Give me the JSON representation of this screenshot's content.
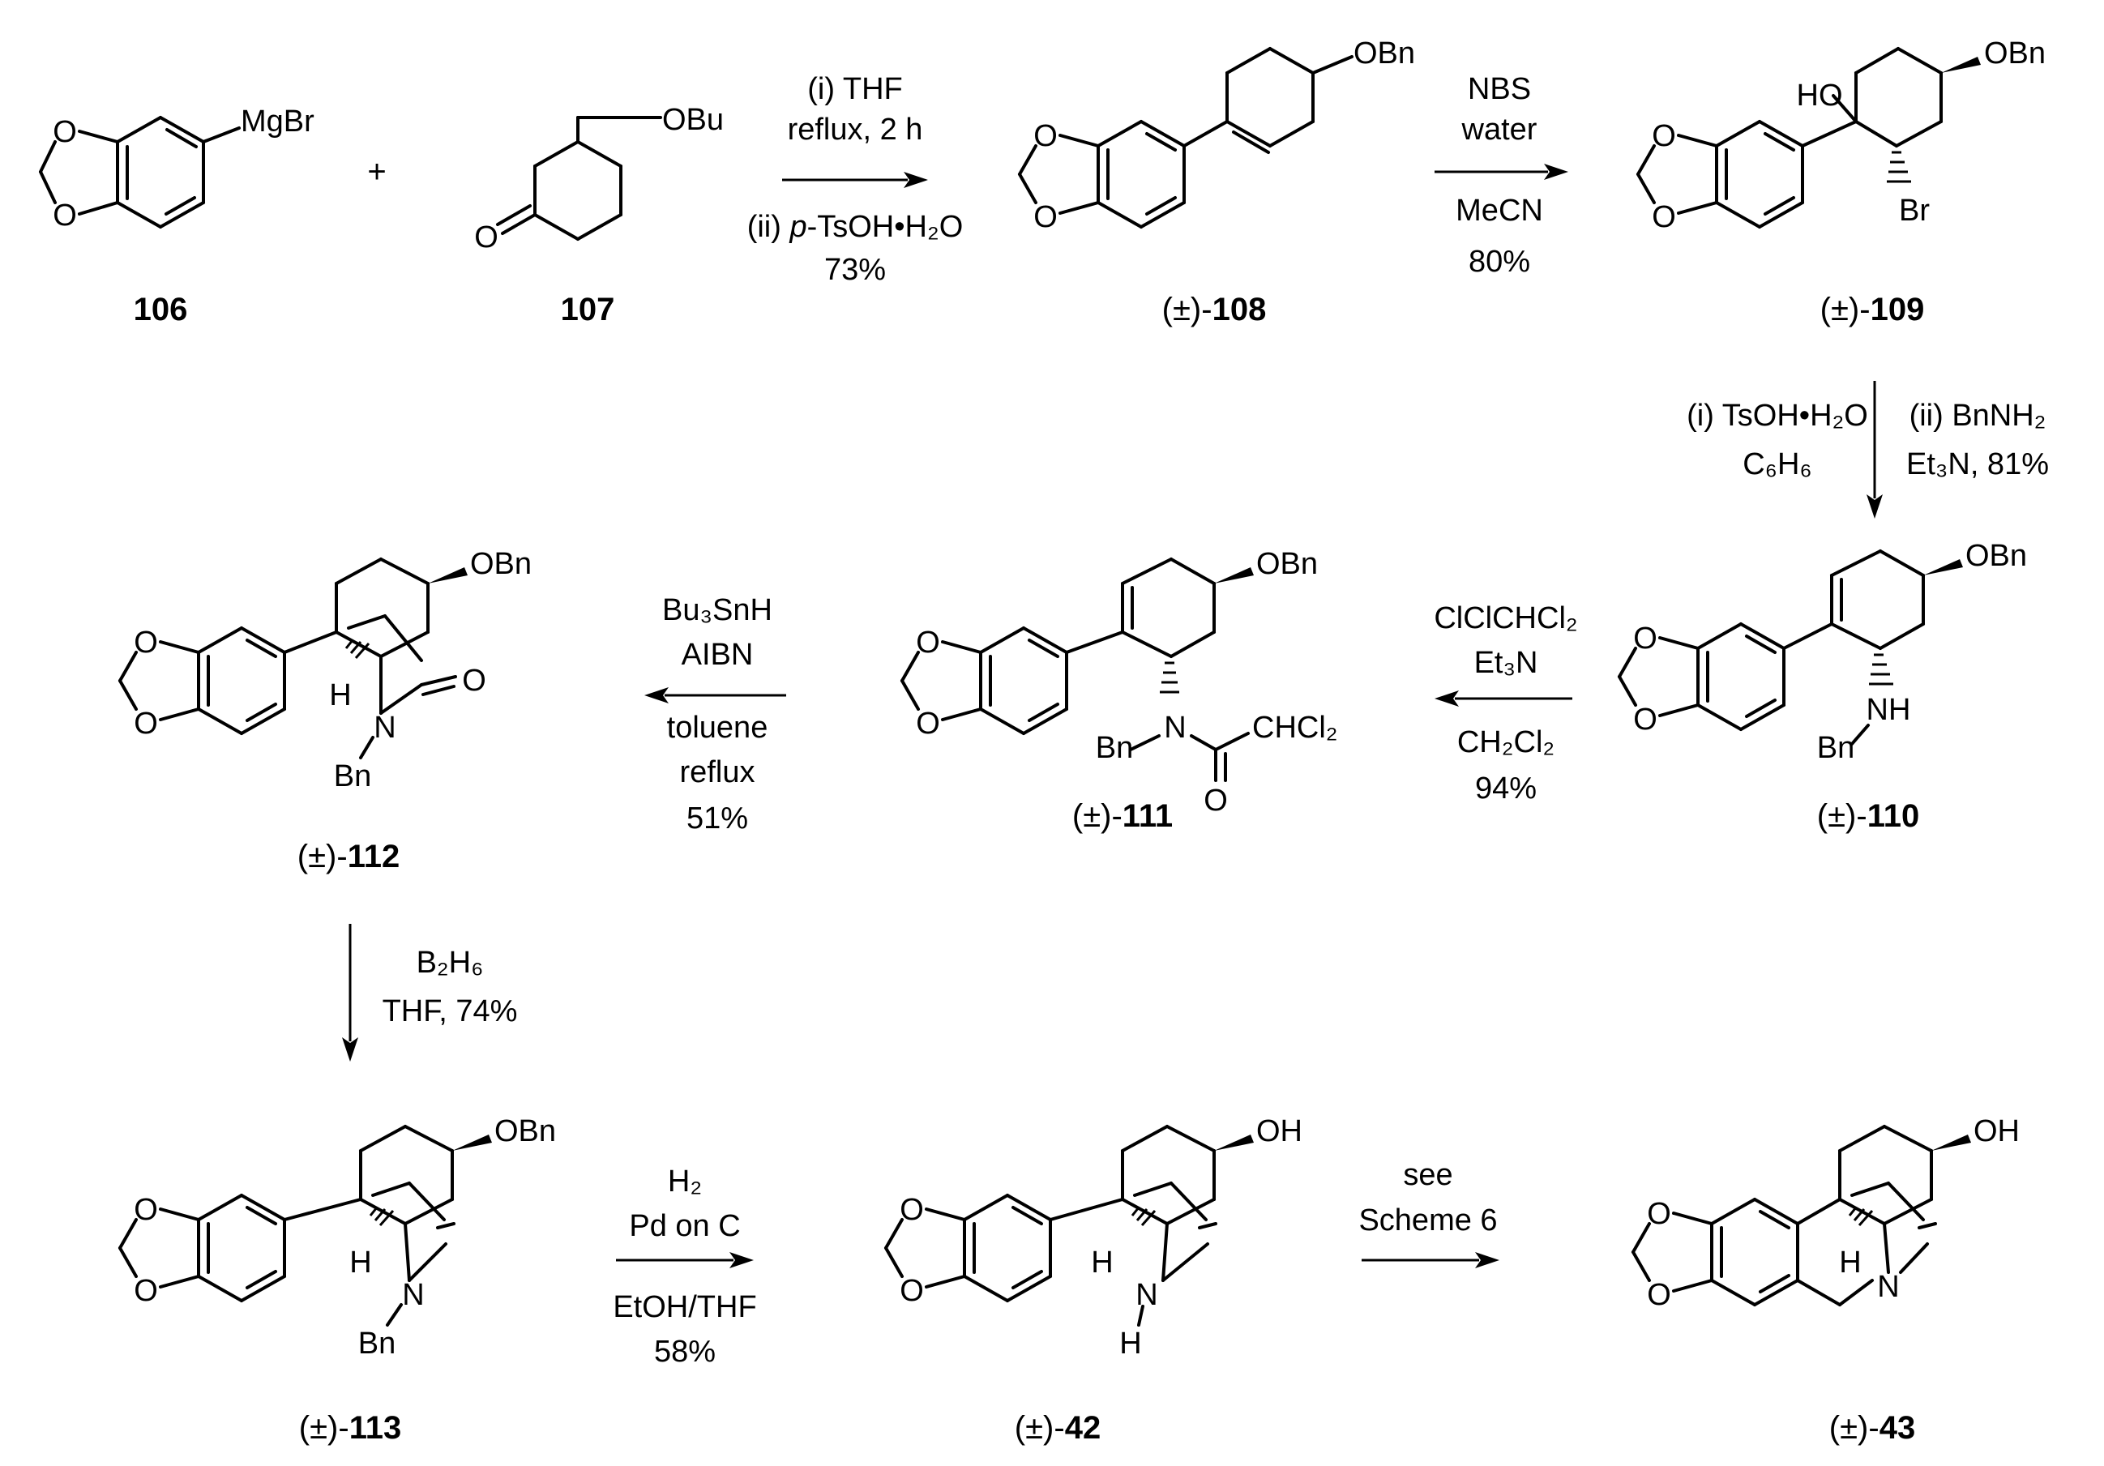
{
  "compounds": {
    "c106": {
      "label": "106",
      "substituent": "MgBr"
    },
    "c107": {
      "label": "107",
      "substituent": "OBu",
      "carbonyl": "O"
    },
    "c108": {
      "prefix": "(±)-",
      "label": "108",
      "substituent": "OBn"
    },
    "c109": {
      "prefix": "(±)-",
      "label": "109",
      "substituent": "OBn",
      "hydroxyl": "HO",
      "halogen": "Br"
    },
    "c110": {
      "prefix": "(±)-",
      "label": "110",
      "substituent": "OBn",
      "amine": "NH",
      "benzyl": "Bn"
    },
    "c111": {
      "prefix": "(±)-",
      "label": "111",
      "substituent": "OBn",
      "nitrogen": "N",
      "benzyl": "Bn",
      "acyl": "CHCl₂",
      "carbonyl": "O"
    },
    "c112": {
      "prefix": "(±)-",
      "label": "112",
      "substituent": "OBn",
      "hydrogen": "H",
      "nitrogen": "N",
      "benzyl": "Bn",
      "carbonyl": "O"
    },
    "c113": {
      "prefix": "(±)-",
      "label": "113",
      "substituent": "OBn",
      "hydrogen": "H",
      "nitrogen": "N",
      "benzyl": "Bn"
    },
    "c42": {
      "prefix": "(±)-",
      "label": "42",
      "substituent": "OH",
      "hydrogen": "H",
      "nitrogen": "N",
      "nh": "H"
    },
    "c43": {
      "prefix": "(±)-",
      "label": "43",
      "substituent": "OH",
      "hydrogen": "H",
      "nitrogen": "N"
    }
  },
  "dioxole_O": "O",
  "plus": "+",
  "steps": {
    "s1": {
      "above1": "(i) THF",
      "above2": "reflux, 2 h",
      "below_pre": "(ii) ",
      "below_italic": "p",
      "below_post": "-TsOH•H₂O",
      "yield": "73%"
    },
    "s2": {
      "line1": "NBS",
      "line2": "water",
      "line3": "MeCN",
      "yield": "80%"
    },
    "s3": {
      "left1": "(i) TsOH•H₂O",
      "left2": "C₆H₆",
      "right1": "(ii) BnNH₂",
      "right2": "Et₃N, 81%"
    },
    "s4": {
      "line1": "ClClCHCl₂",
      "line2": "Et₃N",
      "line3": "CH₂Cl₂",
      "yield": "94%"
    },
    "s5": {
      "line1": "Bu₃SnH",
      "line2": "AIBN",
      "line3": "toluene",
      "line4": "reflux",
      "yield": "51%"
    },
    "s6": {
      "line1": "B₂H₆",
      "line2": "THF, 74%"
    },
    "s7": {
      "line1": "H₂",
      "line2": "Pd on C",
      "line3": "EtOH/THF",
      "yield": "58%"
    },
    "s8": {
      "line1": "see",
      "line2": "Scheme 6"
    }
  }
}
